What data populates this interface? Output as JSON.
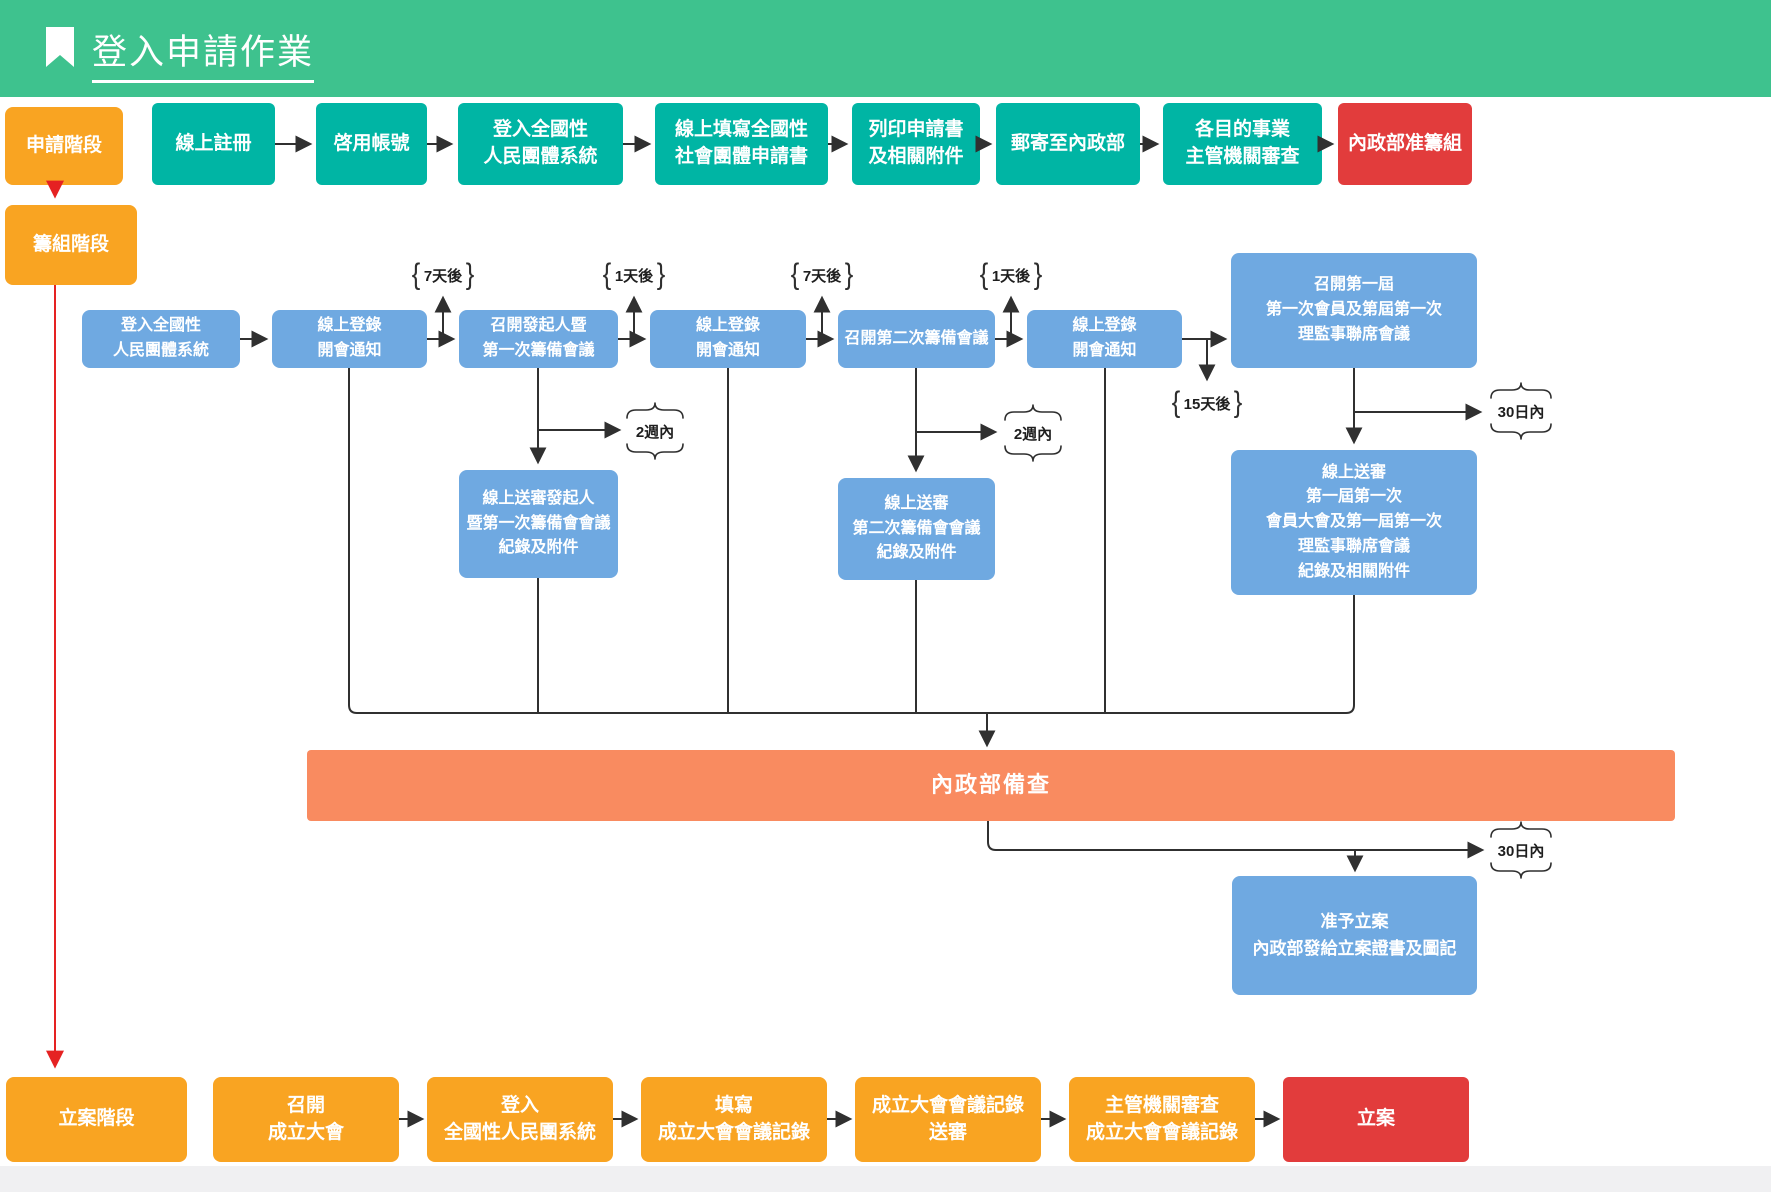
{
  "header": {
    "title": "登入申請作業"
  },
  "colors": {
    "header_green": "#3EC28E",
    "teal": "#00B5A4",
    "orange": "#F9A422",
    "blue": "#6FA9E1",
    "coral": "#F98B60",
    "red": "#E23C3C",
    "line": "#303030",
    "red_line": "#E52222",
    "strip": "#F0F0F2"
  },
  "phases": {
    "apply": "申請階段",
    "prepare": "籌組階段",
    "register": "立案階段"
  },
  "apply_flow": {
    "steps": [
      "線上註冊",
      "啓用帳號",
      "登入全國性\n人民團體系統",
      "線上填寫全國性\n社會團體申請書",
      "列印申請書\n及相關附件",
      "郵寄至內政部",
      "各目的事業\n主管機關審查"
    ],
    "result": "內政部准籌組"
  },
  "prepare_flow": {
    "steps": [
      "登入全國性\n人民團體系統",
      "線上登錄\n開會通知",
      "召開發起人暨\n第一次籌備會議",
      "線上登錄\n開會通知",
      "召開第二次籌備會議",
      "線上登錄\n開會通知",
      "召開第一屆\n第一次會員及第屆第一次\n理監事聯席會議"
    ],
    "submissions": [
      "線上送審發起人\n暨第一次籌備會會議\n紀錄及附件",
      "線上送審\n第二次籌備會會議\n紀錄及附件",
      "線上送審\n第一屆第一次\n會員大會及第一屆第一次\n理監事聯席會議\n紀錄及相關附件"
    ],
    "review_bar": "內政部備查",
    "approval": "准予立案\n內政部發給立案證書及圖記"
  },
  "register_flow": {
    "steps": [
      "召開\n成立大會",
      "登入\n全國性人民團系統",
      "填寫\n成立大會會議記錄",
      "成立大會會議記錄\n送審",
      "主管機關審查\n成立大會會議記錄"
    ],
    "result": "立案"
  },
  "timers": {
    "after7a": "7天後",
    "after1a": "1天後",
    "after7b": "7天後",
    "after1b": "1天後",
    "after15": "15天後",
    "within2w_a": "2週內",
    "within2w_b": "2週內",
    "within30_a": "30日內",
    "within30_b": "30日內"
  },
  "icons": {
    "bookmark": "bookmark-icon",
    "brace_left": "{",
    "brace_right": "}"
  }
}
